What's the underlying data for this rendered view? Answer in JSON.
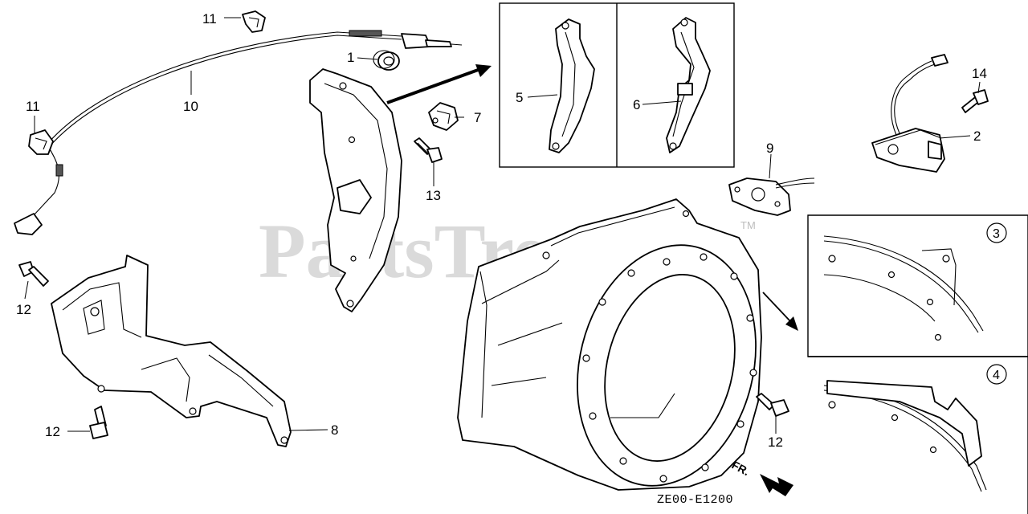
{
  "watermark": "PartsTree",
  "trademark": "TM",
  "diagram_code": "ZE00-E1200",
  "front_marker": "FR.",
  "callouts": {
    "c1": "1",
    "c2": "2",
    "c5": "5",
    "c6": "6",
    "c7": "7",
    "c8": "8",
    "c9": "9",
    "c10": "10",
    "c11a": "11",
    "c11b": "11",
    "c12a": "12",
    "c12b": "12",
    "c12c": "12",
    "c13": "13",
    "c14": "14"
  },
  "detail_views": {
    "d3": "3",
    "d4": "4"
  }
}
